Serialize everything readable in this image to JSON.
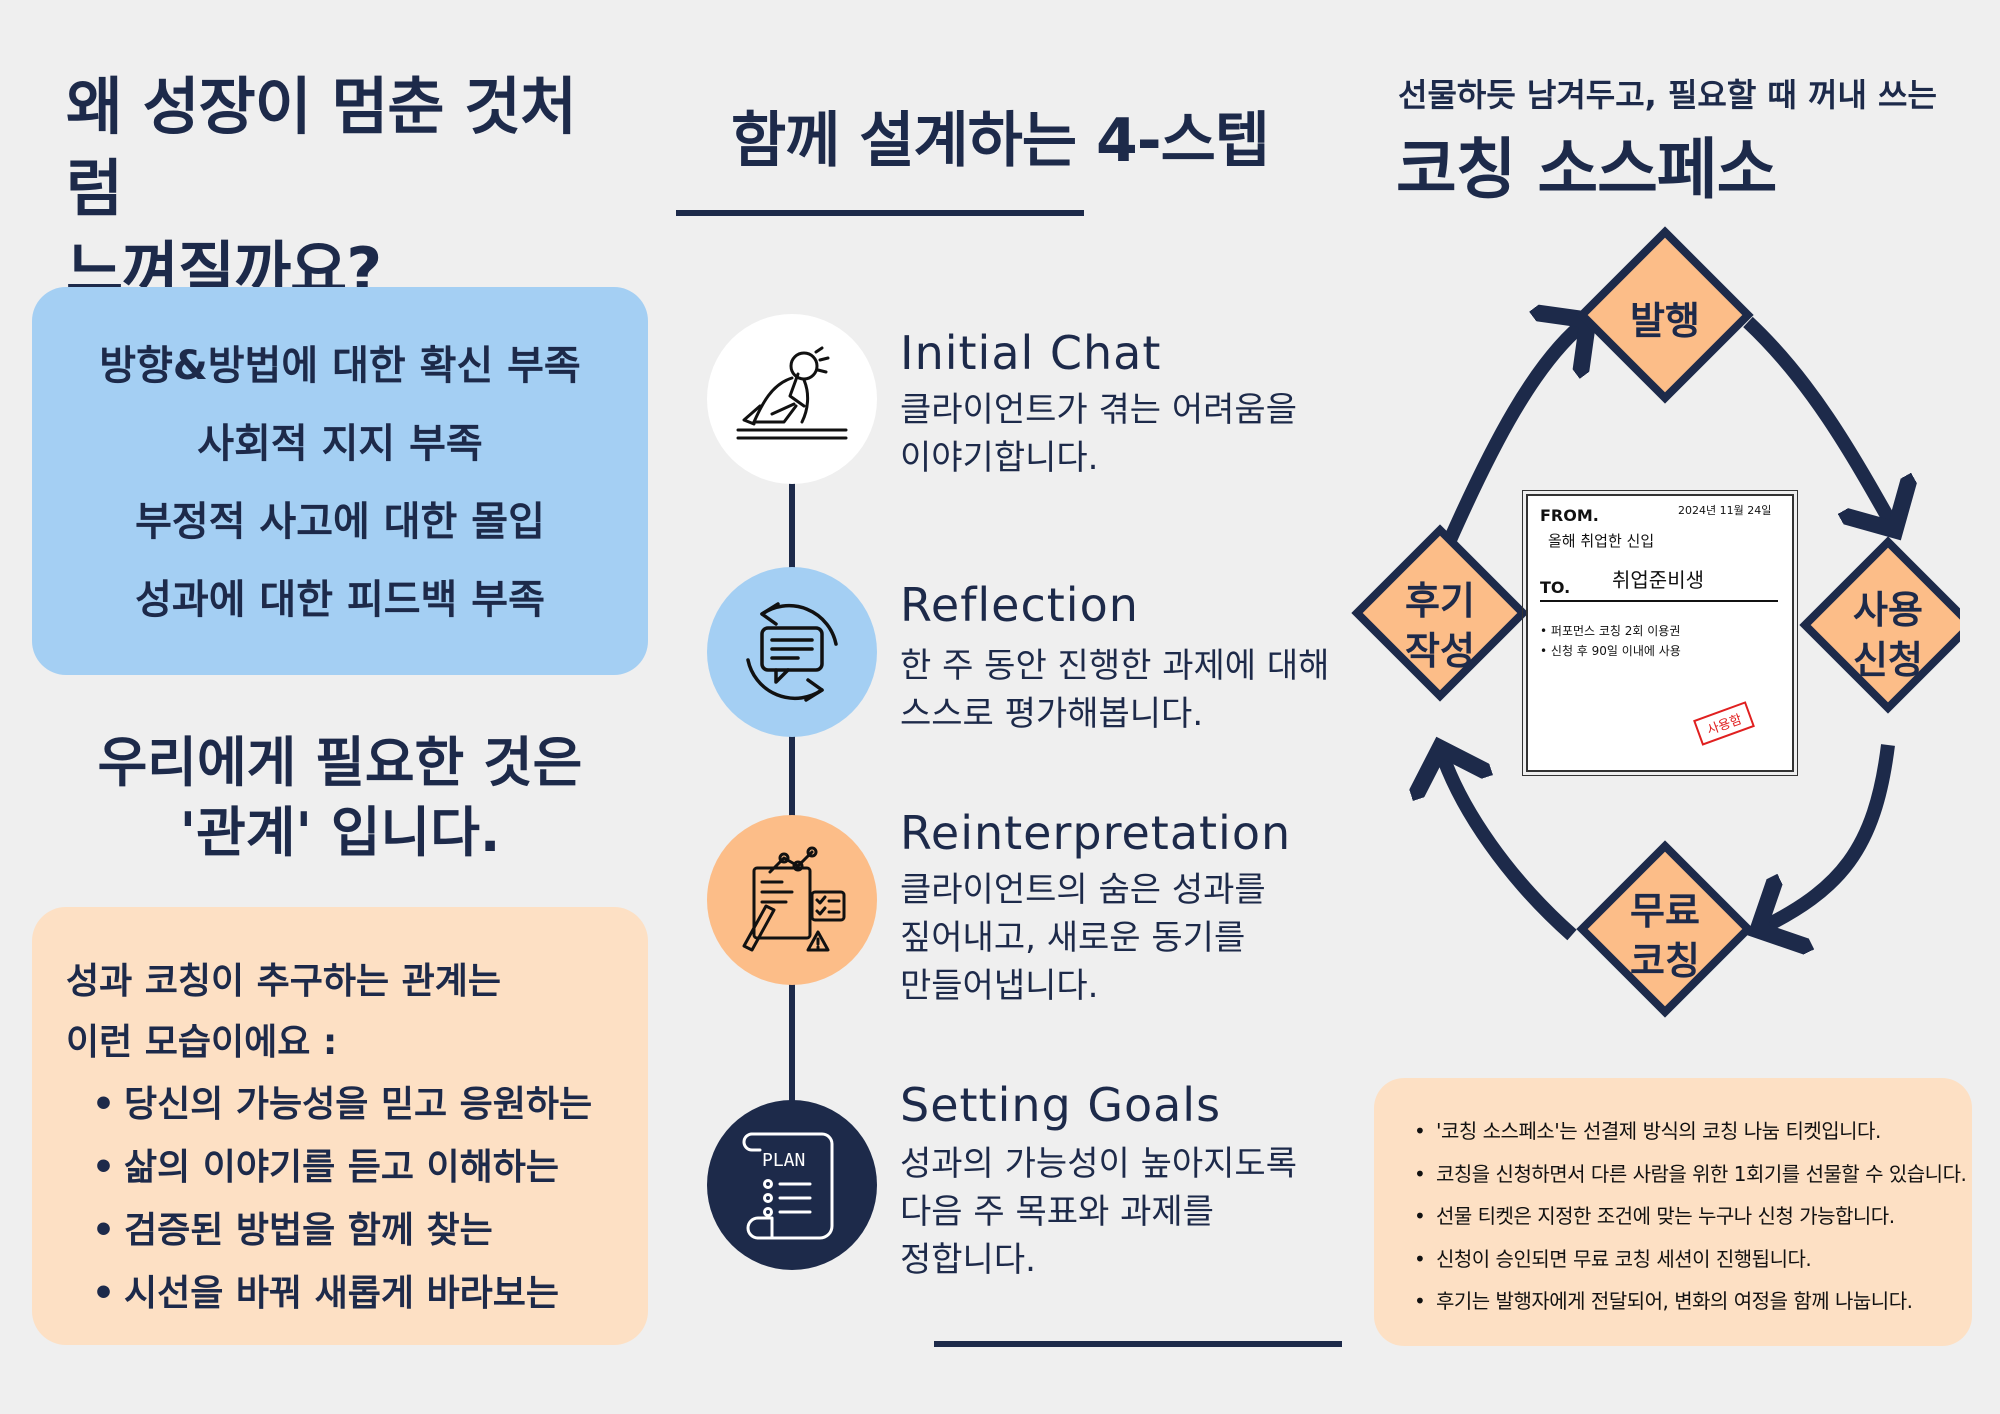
{
  "left": {
    "title_line1": "왜 성장이 멈춘 것처럼",
    "title_line2": "느껴질까요?",
    "problems": [
      "방향&방법에 대한 확신 부족",
      "사회적 지지 부족",
      "부정적 사고에 대한 몰입",
      "성과에 대한 피드백 부족"
    ],
    "need_line1": "우리에게 필요한 것은",
    "need_line2": "'관계' 입니다.",
    "relation_intro_line1": "성과 코칭이 추구하는 관계는",
    "relation_intro_line2": "이런 모습이에요 :",
    "relation_items": [
      "당신의 가능성을 믿고 응원하는",
      "삶의 이야기를 듣고 이해하는",
      "검증된 방법을 함께 찾는",
      "시선을 바꿔 새롭게 바라보는"
    ]
  },
  "middle": {
    "title": "함께 설계하는 4-스텝",
    "steps": [
      {
        "title": "Initial Chat",
        "desc_line1": "클라이언트가 겪는 어려움을",
        "desc_line2": "이야기합니다.",
        "desc_line3": "",
        "icon": "stressed-person-icon",
        "circle_color": "#ffffff"
      },
      {
        "title": "Reflection",
        "desc_line1": "한 주 동안 진행한 과제에 대해",
        "desc_line2": "스스로 평가해봅니다.",
        "desc_line3": "",
        "icon": "chat-cycle-icon",
        "circle_color": "#a4cff3"
      },
      {
        "title": "Reinterpretation",
        "desc_line1": "클라이언트의 숨은 성과를",
        "desc_line2": "짚어내고, 새로운 동기를",
        "desc_line3": "만들어냅니다.",
        "icon": "analysis-icon",
        "circle_color": "#fcbd88"
      },
      {
        "title": "Setting Goals",
        "desc_line1": "성과의 가능성이 높아지도록",
        "desc_line2": "다음 주 목표와 과제를",
        "desc_line3": "정합니다.",
        "icon": "plan-scroll-icon",
        "circle_color": "#1d2a4a"
      }
    ],
    "plan_label": "PLAN"
  },
  "right": {
    "subtitle": "선물하듯 남겨두고, 필요할 때 꺼내 쓰는",
    "title": "코칭 소스페소",
    "cycle": {
      "issue": "발행",
      "use_line1": "사용",
      "use_line2": "신청",
      "free_line1": "무료",
      "free_line2": "코칭",
      "review_line1": "후기",
      "review_line2": "작성"
    },
    "ticket": {
      "from_label": "FROM.",
      "date": "2024년 11월 24일",
      "from_value": "올해 취업한 신입",
      "to_label": "TO.",
      "to_value": "취업준비생",
      "item1": "퍼포먼스 코칭 2회 이용권",
      "item2": "신청 후 90일 이내에 사용",
      "stamp": "사용함"
    },
    "info": [
      "'코칭 소스페소'는 선결제 방식의 코칭 나눔 티켓입니다.",
      "코칭을 신청하면서 다른 사람을 위한 1회기를 선물할 수 있습니다.",
      "선물 티켓은 지정한 조건에 맞는 누구나 신청 가능합니다.",
      "신청이 승인되면 무료 코칭 세션이 진행됩니다.",
      "후기는 발행자에게 전달되어, 변화의 여정을 함께 나눕니다."
    ]
  },
  "colors": {
    "navy": "#1d2a4a",
    "light_blue": "#a4cff3",
    "peach": "#fde0c4",
    "orange": "#fcbd88",
    "background": "#efefef",
    "stamp_red": "#e02020"
  }
}
